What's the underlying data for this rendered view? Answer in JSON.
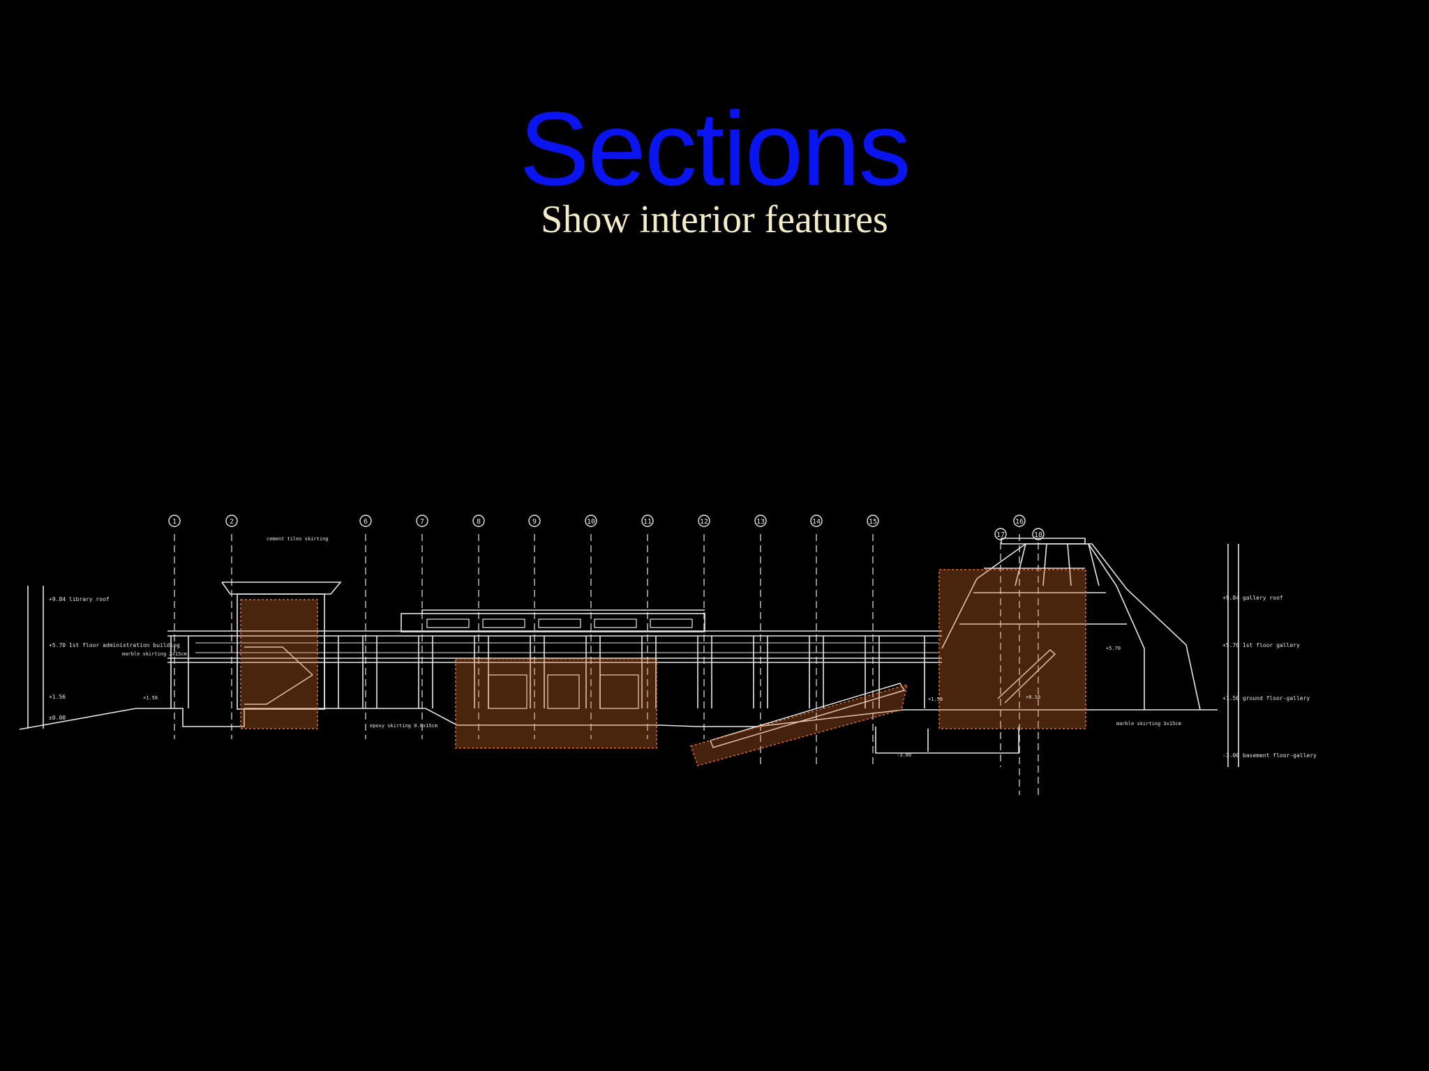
{
  "slide": {
    "title": "Sections",
    "subtitle": "Show interior features",
    "colors": {
      "background": "#000000",
      "title": "#0a14f0",
      "subtitle": "#f3ecc9",
      "linework": "#e8e8e8",
      "highlight": "#e0702a"
    }
  },
  "section_drawing": {
    "grid_labels": [
      "1",
      "2",
      "6",
      "7",
      "8",
      "9",
      "10",
      "11",
      "12",
      "13",
      "14",
      "15",
      "16",
      "17",
      "18"
    ],
    "level_labels_left": [
      "+9.84 library roof",
      "+5.70 1st floor administration building",
      "+1.56",
      "±0.00"
    ],
    "level_labels_right": [
      "+9.84 gallery roof",
      "+5.70 1st floor gallery",
      "+1.50 ground floor-gallery",
      "-3.00 basement floor-gallery"
    ],
    "annotations": [
      "cement tiles skirting",
      "marble skirting 2x15cm",
      "marble skirting 3x15cm",
      "epoxy skirting 0.8x15cm",
      "+1.56",
      "+1.50",
      "+5.70",
      "-3.00",
      "+0.10"
    ]
  }
}
